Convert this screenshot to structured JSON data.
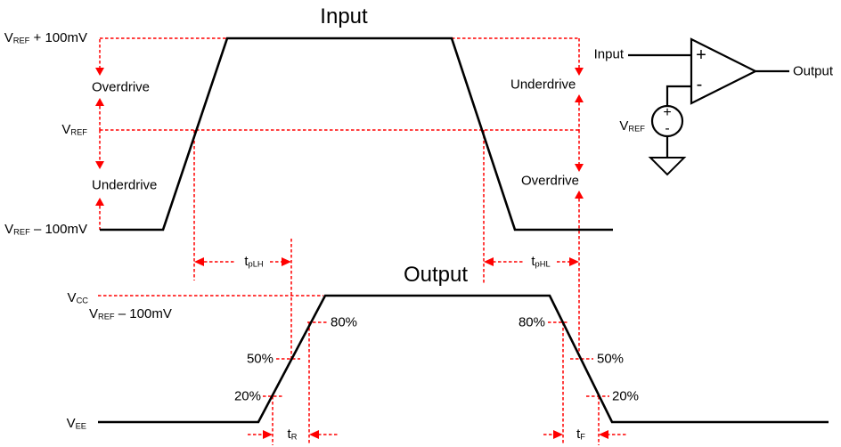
{
  "colors": {
    "waveform": "#000000",
    "annotation": "#ff0000"
  },
  "input": {
    "title": "Input",
    "vref_plus": {
      "base": "V",
      "sub": "REF",
      "rest": " + 100mV"
    },
    "vref": {
      "base": "V",
      "sub": "REF"
    },
    "vref_minus": {
      "base": "V",
      "sub": "REF",
      "rest": " – 100mV"
    },
    "overdrive_left": "Overdrive",
    "underdrive_left": "Underdrive",
    "underdrive_right": "Underdrive",
    "overdrive_right": "Overdrive"
  },
  "output": {
    "title": "Output",
    "vcc": {
      "base": "V",
      "sub": "CC"
    },
    "vref_minus": {
      "base": "V",
      "sub": "REF",
      "rest": " – 100mV"
    },
    "vee": {
      "base": "V",
      "sub": "EE"
    },
    "rise": {
      "p80": "80%",
      "p50": "50%",
      "p20": "20%"
    },
    "fall": {
      "p80": "80%",
      "p50": "50%",
      "p20": "20%"
    }
  },
  "timing": {
    "tplh": {
      "base": "t",
      "sub": "pLH"
    },
    "tphl": {
      "base": "t",
      "sub": "pHL"
    },
    "tr": {
      "base": "t",
      "sub": "R"
    },
    "tf": {
      "base": "t",
      "sub": "F"
    }
  },
  "circuit": {
    "input": "Input",
    "output": "Output",
    "vref": {
      "base": "V",
      "sub": "REF"
    },
    "comp_plus": "+",
    "comp_minus": "-",
    "src_plus": "+",
    "src_minus": "-"
  }
}
